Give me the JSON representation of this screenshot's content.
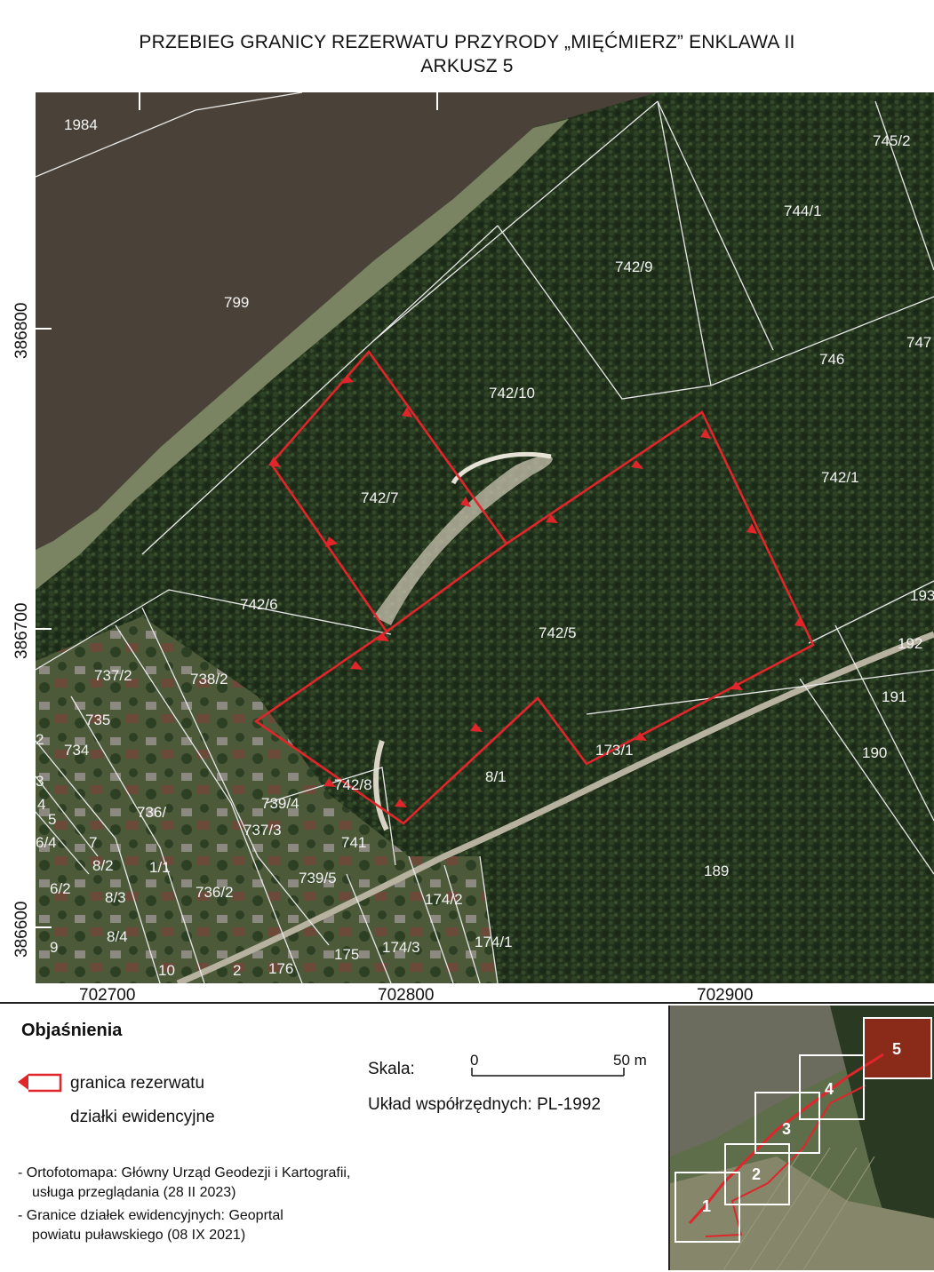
{
  "title": {
    "line1": "PRZEBIEG GRANICY REZERWATU PRZYRODY „MIĘĆMIERZ” ENKLAWA II",
    "line2": "ARKUSZ 5"
  },
  "coordinates": {
    "x_ticks": [
      "702700",
      "702800",
      "702900"
    ],
    "y_ticks": [
      "386800",
      "386700",
      "386600"
    ]
  },
  "parcels": {
    "p1984": "1984",
    "p799": "799",
    "p745_2": "745/2",
    "p744_1": "744/1",
    "p742_9": "742/9",
    "p747": "747",
    "p746": "746",
    "p742_10": "742/10",
    "p742_1": "742/1",
    "p742_7": "742/7",
    "p742_6": "742/6",
    "p742_5": "742/5",
    "p193": "193",
    "p192": "192",
    "p191": "191",
    "p190": "190",
    "p737_2": "737/2",
    "p738_2": "738/2",
    "p735": "735",
    "p734": "734",
    "p2": "2",
    "p3": "3",
    "p4": "4",
    "p5": "5",
    "p6_4": "6/4",
    "p7": "7",
    "p736": "736/",
    "p8_2": "8/2",
    "p1_1": "1/1",
    "p6_2": "6/2",
    "p8_3": "8/3",
    "p8_4": "8/4",
    "p9": "9",
    "p10": "10",
    "p2b": "2",
    "p736_2": "736/2",
    "p739_4": "739/4",
    "p737_3": "737/3",
    "p741": "741",
    "p739_5": "739/5",
    "p742_8": "742/8",
    "p173_1": "173/1",
    "p174_2": "174/2",
    "p174_3": "174/3",
    "p174_1": "174/1",
    "p175": "175",
    "p176": "176",
    "p189": "189",
    "p8_1": "8/1"
  },
  "legend": {
    "title": "Objaśnienia",
    "boundary": "granica rezerwatu",
    "parcels": "działki ewidencyjne",
    "scale_label": "Skala:",
    "scale_zero": "0",
    "scale_max": "50 m",
    "crs": "Układ współrzędnych: PL-1992",
    "source1_line1": "- Ortofotomapa: Główny Urząd Geodezji i Kartografii,",
    "source1_line2": "usługa przeglądania (28 II 2023)",
    "source2_line1": "- Granice działek ewidencyjnych: Geoprtal",
    "source2_line2": "powiatu puławskiego (08 IX 2021)"
  },
  "inset": {
    "sheets": [
      "1",
      "2",
      "3",
      "4",
      "5"
    ]
  },
  "colors": {
    "boundary": "#e0262b",
    "river": "#4a4238",
    "forest": "#1f2f1a",
    "parcel_line": "#e8e8e8"
  }
}
